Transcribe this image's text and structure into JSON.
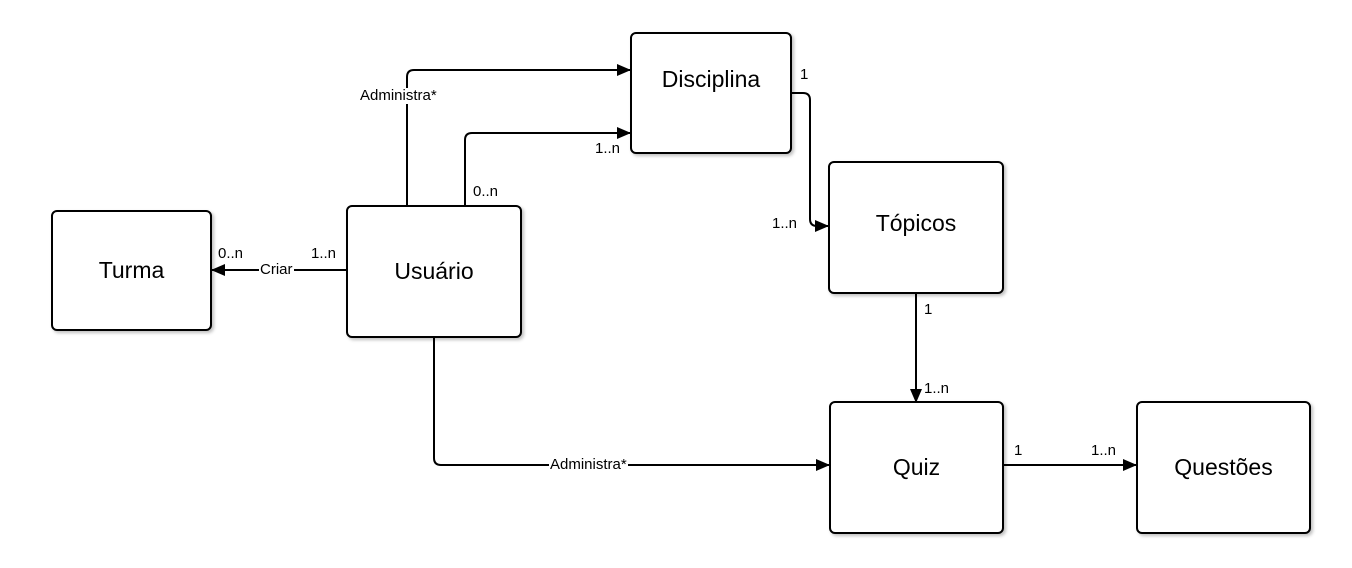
{
  "entities": {
    "turma": "Turma",
    "usuario": "Usuário",
    "disciplina": "Disciplina",
    "topicos": "Tópicos",
    "quiz": "Quiz",
    "questoes": "Questões"
  },
  "relations": {
    "usuario_turma": {
      "label": "Criar",
      "card_source": "1..n",
      "card_target": "0..n"
    },
    "usuario_disciplina_admin": {
      "label": "Administra*"
    },
    "usuario_disciplina": {
      "card_source": "0..n",
      "card_target": "1..n"
    },
    "disciplina_topicos": {
      "card_source": "1",
      "card_target": "1..n"
    },
    "topicos_quiz": {
      "card_source": "1",
      "card_target": "1..n"
    },
    "usuario_quiz_admin": {
      "label": "Administra*"
    },
    "quiz_questoes": {
      "card_source": "1",
      "card_target": "1..n"
    }
  },
  "colors": {
    "line": "#000000",
    "box_fill": "#ffffff"
  }
}
